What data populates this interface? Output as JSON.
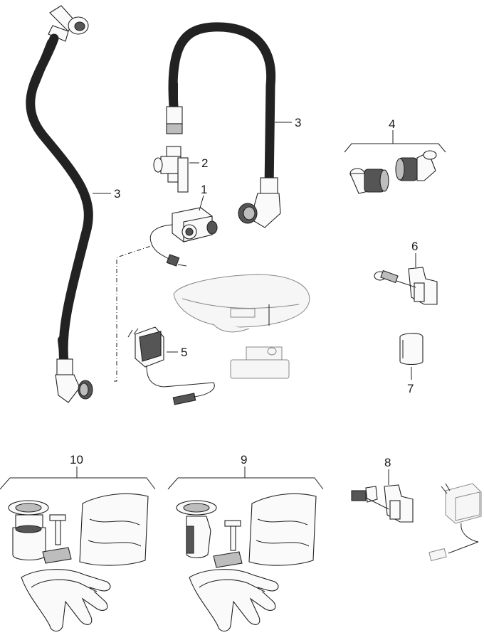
{
  "callouts": [
    {
      "id": "c1",
      "text": "1"
    },
    {
      "id": "c2",
      "text": "2"
    },
    {
      "id": "c3a",
      "text": "3"
    },
    {
      "id": "c3b",
      "text": "3"
    },
    {
      "id": "c4",
      "text": "4"
    },
    {
      "id": "c5",
      "text": "5"
    },
    {
      "id": "c6",
      "text": "6"
    },
    {
      "id": "c7",
      "text": "7"
    },
    {
      "id": "c8",
      "text": "8"
    },
    {
      "id": "c9",
      "text": "9"
    },
    {
      "id": "c10",
      "text": "10"
    }
  ],
  "colors": {
    "line": "#222222",
    "ghost": "#888888",
    "dark_fill": "#555555"
  }
}
